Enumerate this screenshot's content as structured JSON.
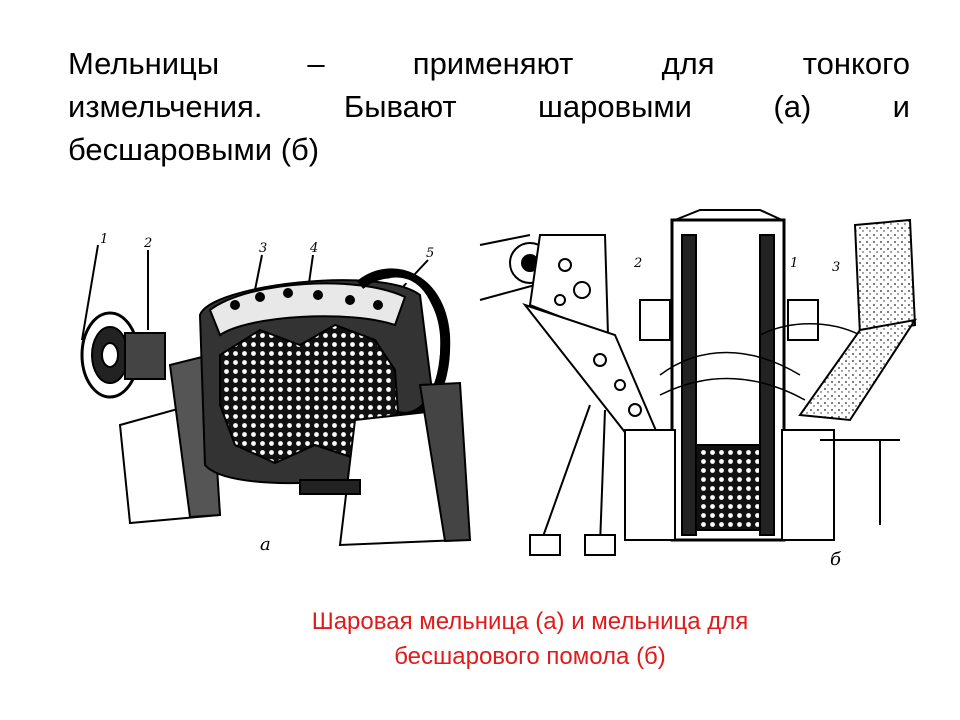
{
  "slide": {
    "title_lines": [
      "Мельницы – применяют для тонкого",
      "измельчения. Бывают шаровыми (а) и",
      "бесшаровыми (б)"
    ],
    "figure": {
      "mill_a_labels": [
        "1",
        "2",
        "3",
        "4",
        "5"
      ],
      "mill_a_letter": "а",
      "mill_b_labels": [
        "2",
        "1",
        "3"
      ],
      "mill_b_letter": "б"
    },
    "caption_lines": [
      "Шаровая мельница (а) и мельница для",
      "бесшарового помола (б)"
    ],
    "colors": {
      "caption": "#e01b1b",
      "text": "#000000",
      "background": "#ffffff"
    }
  }
}
